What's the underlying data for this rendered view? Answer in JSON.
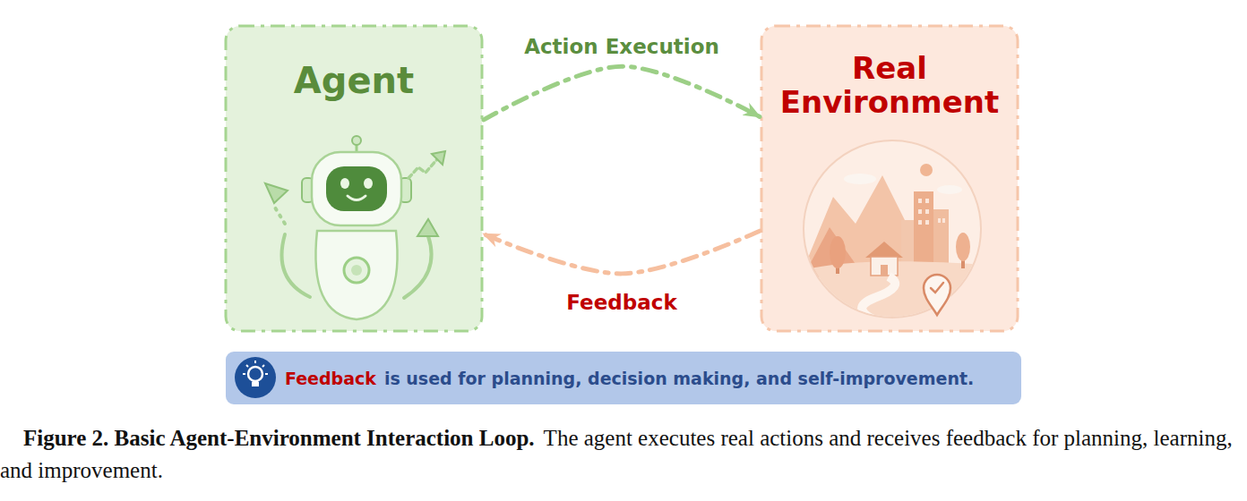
{
  "diagram": {
    "title": "Figure 2. Basic Agent-Environment Interaction Loop.",
    "caption": "The agent executes real actions and receives feedback for planning, learning, and improvement.",
    "nodes": [
      {
        "text": [
          "Agent"
        ]
      },
      {
        "text": [
          "Real Environment"
        ]
      },
      {
        "text": [
          "Feedback",
          "is used for planning, decision making, and self-improvement."
        ]
      }
    ],
    "edges": [
      {
        "from": 0,
        "to": 1,
        "label": "Action Execution",
        "arrow": "to"
      },
      {
        "from": 1,
        "to": 0,
        "label": "Feedback",
        "arrow": "to"
      }
    ]
  }
}
